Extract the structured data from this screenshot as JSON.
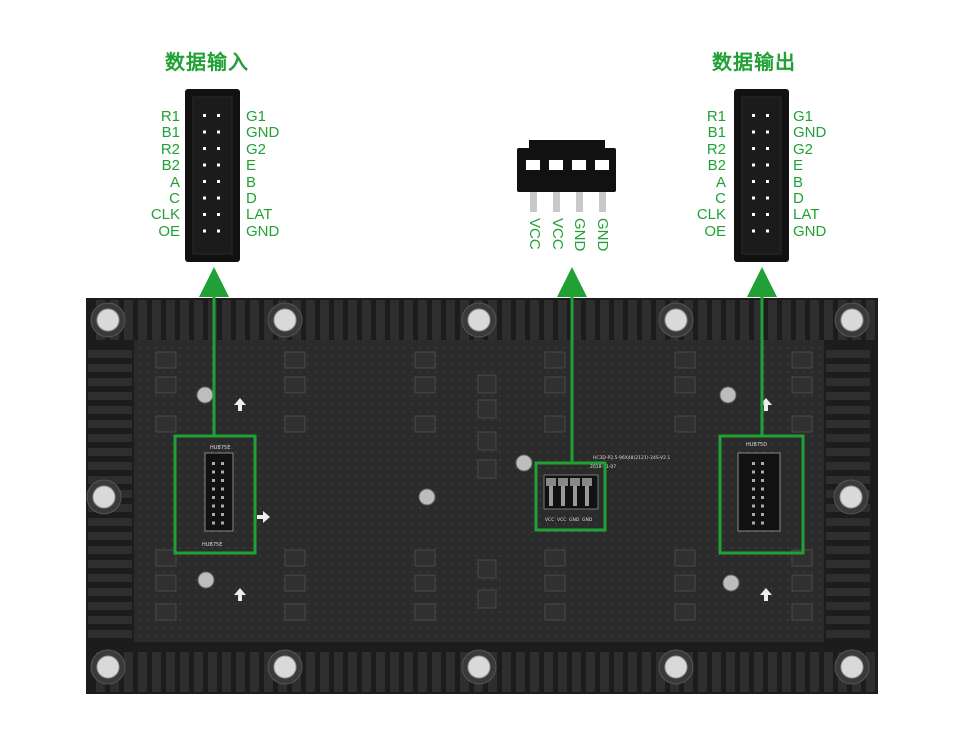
{
  "input_connector": {
    "title": "数据输入",
    "left_pins": [
      "R1",
      "B1",
      "R2",
      "B2",
      "A",
      "C",
      "CLK",
      "OE"
    ],
    "right_pins": [
      "G1",
      "GND",
      "G2",
      "E",
      "B",
      "D",
      "LAT",
      "GND"
    ]
  },
  "output_connector": {
    "title": "数据输出",
    "left_pins": [
      "R1",
      "B1",
      "R2",
      "B2",
      "A",
      "C",
      "CLK",
      "OE"
    ],
    "right_pins": [
      "G1",
      "GND",
      "G2",
      "E",
      "B",
      "D",
      "LAT",
      "GND"
    ]
  },
  "power_connector": {
    "pins": [
      "VCC",
      "VCC",
      "GND",
      "GND"
    ]
  },
  "board": {
    "input_label_top": "HUB75E",
    "input_label_bottom": "HUB75E",
    "output_label": "HUB75D",
    "model_text": "HC3D-P2.5-96X48(2121)-24S-V2.1",
    "date_text": "2018-11-07",
    "power_silk": [
      "VCC",
      "VCC",
      "GND",
      "GND"
    ]
  },
  "colors": {
    "accent_green": "#21a135",
    "board_black": "#1e1e1e",
    "connector_black": "#111111"
  }
}
